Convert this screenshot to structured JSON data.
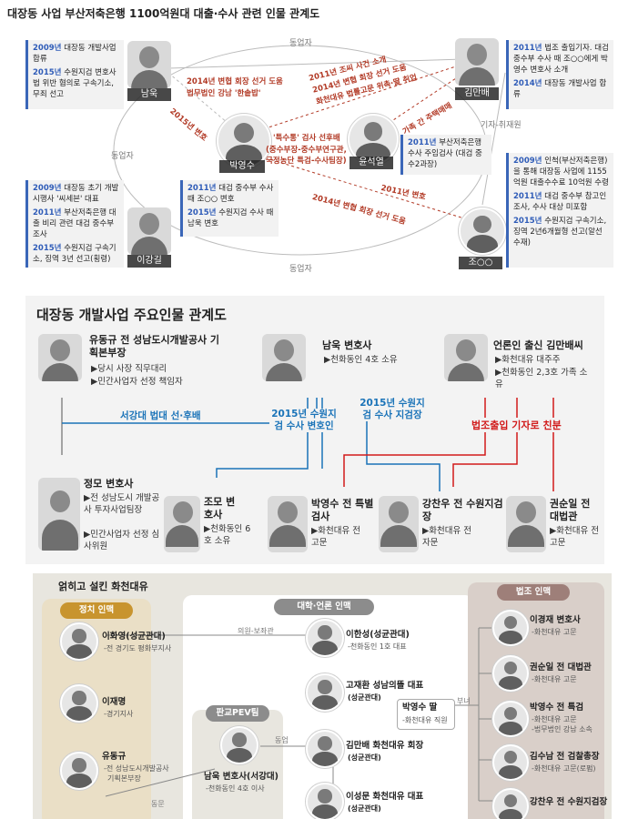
{
  "s1": {
    "title": "대장동 사업 부산저축은행 1100억원대 대출·수사 관련 인물 관계도",
    "persons": {
      "namuk": "남욱",
      "kimmanbae": "김만배",
      "parkyoungsoo": "박영수",
      "yoonsukyeol": "윤석열",
      "leekanggil": "이강길",
      "jo": "조○○"
    },
    "labels": {
      "partner_top": "동업자",
      "partner_left": "동업자",
      "partner_bottom": "동업자",
      "reporter": "기자-취재원",
      "l1": "2014년 변협 회장 선거 도움",
      "l2": "법무법인 강남 '한솥밥'",
      "l3": "2015년 변호",
      "l4": "2011년 조씨 사건 소개",
      "l5": "2014년 변협 회장 선거 도움",
      "l6": "화천대유 법률고문 위촉·딸 취업",
      "l7": "가족 간 주택매매",
      "l8": "'특수통' 검사 선후배",
      "l9": "(중수부장-중수부연구관,",
      "l10": "국정농단 특검-수사팀장)",
      "l11": "2011년 변호",
      "l12": "2014년 변협 회장 선거 도움"
    },
    "box_namuk": [
      {
        "yr": "2009년",
        "t": "대장동 개발사업 합류"
      },
      {
        "yr": "2015년",
        "t": "수원지검 변호사법 위반 혐의로 구속기소, 무죄 선고"
      }
    ],
    "box_kim": [
      {
        "yr": "2011년",
        "t": "법조 출입기자. 대검 중수부 수사 때 조○○에게 박영수 변호사 소개"
      },
      {
        "yr": "2014년",
        "t": "대장동 개발사업 합류"
      }
    ],
    "box_yoon": [
      {
        "yr": "2011년",
        "t": "부산저축은행 수사 주임검사 (대검 중수2과장)"
      }
    ],
    "box_park": [
      {
        "yr": "2011년",
        "t": "대검 중수부 수사 때 조○○ 변호"
      },
      {
        "yr": "2015년",
        "t": "수원지검 수사 때 남욱 변호"
      }
    ],
    "box_lee": [
      {
        "yr": "2009년",
        "t": "대장동 초기 개발 시행사 '씨세븐' 대표"
      },
      {
        "yr": "2011년",
        "t": "부산저축은행 대출 비리 관련 대검 중수부 조사"
      },
      {
        "yr": "2015년",
        "t": "수원지검 구속기소, 징역 3년 선고(횡령)"
      }
    ],
    "box_jo": [
      {
        "yr": "2009년",
        "t": "인척(부산저축은행)을 통해 대장동 사업에 1155억원 대출수수료 10억원 수령"
      },
      {
        "yr": "2011년",
        "t": "대검 중수부 참고인 조사, 수사 대상 미포함"
      },
      {
        "yr": "2015년",
        "t": "수원지검 구속기소, 징역 2년6개월형 선고(알선수재)"
      }
    ]
  },
  "s2": {
    "title": "대장동 개발사업 주요인물 관계도",
    "yoo": {
      "name": "유동규 전 성남도시개발공사 기획본부장",
      "d1": "▶당시 사장 직무대리",
      "d2": "▶민간사업자 선정 책임자"
    },
    "namuk": {
      "name": "남욱 변호사",
      "d1": "▶천화동인 4호 소유"
    },
    "kim": {
      "name": "언론인 출신 김만배씨",
      "d1": "▶화천대유 대주주",
      "d2": "▶천화동인 2,3호 가족 소유"
    },
    "jung": {
      "name": "정모 변호사",
      "d1": "▶전 성남도시 개발공사 투자사업팀장",
      "d2": "▶민간사업자 선정 심사위원"
    },
    "jo": {
      "name": "조모 변호사",
      "d1": "▶천화동인 6호 소유"
    },
    "park": {
      "name": "박영수 전 특별검사",
      "d1": "▶화천대유 전 고문"
    },
    "kang": {
      "name": "강찬우 전 수원지검장",
      "d1": "▶화천대유 전 자문"
    },
    "kwon": {
      "name": "권순일 전 대법관",
      "d1": "▶화천대유 전 고문"
    },
    "lbl_sogang": "서강대 법대 선·후배",
    "lbl_2015a": "2015년 수원지검 수사 변호인",
    "lbl_2015b": "2015년 수원지검 수사 지검장",
    "lbl_press": "법조출입 기자로 친분"
  },
  "s3": {
    "title": "얽히고 설킨 화천대유",
    "tag_politics": "정치 인맥",
    "tag_school": "대학·언론 인맥",
    "tag_law": "법조 인맥",
    "tag_pev": "판교PEV팀",
    "lee_hwayoung": {
      "name": "이화영(성균관대)",
      "d": "-전 경기도 평화부지사"
    },
    "lee_jm": {
      "name": "이재명",
      "d": "-경기지사"
    },
    "yoo": {
      "name": "유동규",
      "d1": "-전 성남도시개발공사",
      "d2": "기획본부장"
    },
    "lee_hansung": {
      "name": "이한성(성균관대)",
      "d": "-천화동인 1호 대표"
    },
    "go": {
      "name": "고재환 성남의뜰 대표",
      "d": "(성균관대)"
    },
    "kim": {
      "name": "김만배 화천대유 회장",
      "d": "(성균관대)"
    },
    "lee_sm": {
      "name": "이성문 화천대유 대표",
      "d": "(성균관대)"
    },
    "namuk": {
      "name": "남욱 변호사(서강대)",
      "d": "-천화동인 4호 이사"
    },
    "park_daughter": {
      "name": "박영수 딸",
      "d": "-화천대유 직원"
    },
    "lee_kj": {
      "name": "이경재 변호사",
      "d": "-화천대유 고문"
    },
    "kwon": {
      "name": "권순일 전 대법관",
      "d": "-화천대유 고문"
    },
    "park": {
      "name": "박영수 전 특검",
      "d1": "-화천대유 고문",
      "d2": "-법무법인 강남 소속"
    },
    "kim_sn": {
      "name": "김수남 전 검찰총장",
      "d": "-화천대유 고문(로펌)"
    },
    "kang": {
      "name": "강찬우 전 수원지검장"
    },
    "lbl_aide": "의원-보좌관",
    "lbl_biz": "동업",
    "lbl_alumni": "동문",
    "lbl_father": "부녀"
  }
}
